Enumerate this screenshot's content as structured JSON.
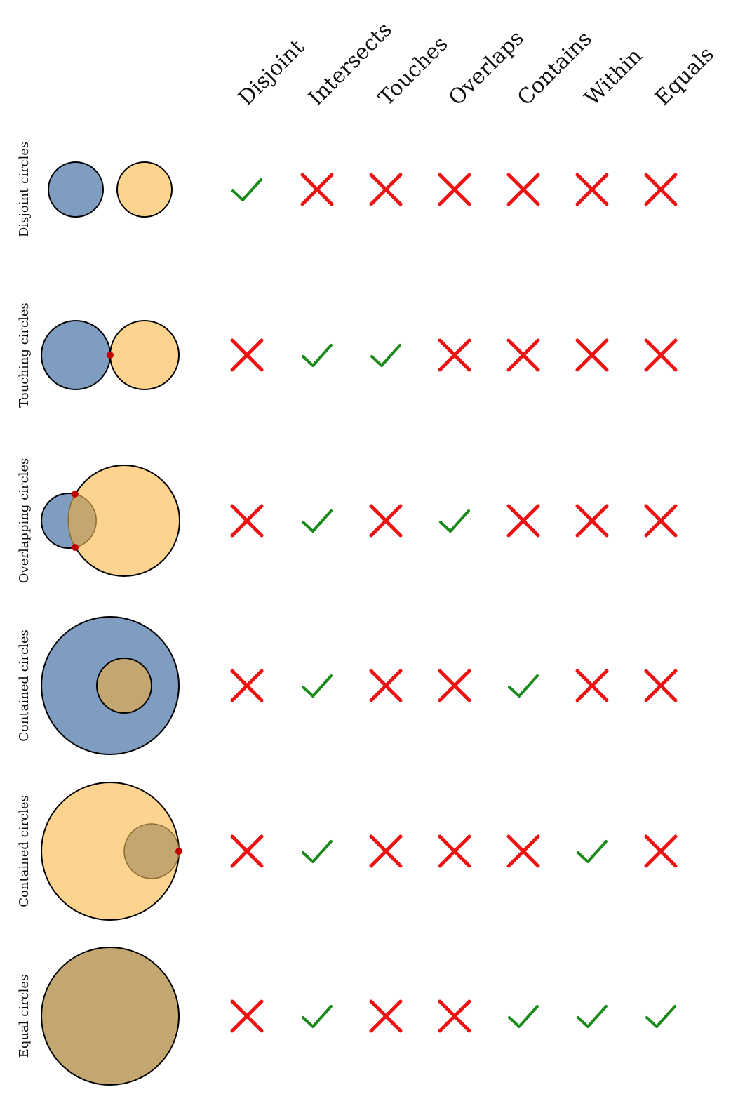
{
  "colors": {
    "blue": "#7f9cc1",
    "orange": "#fdd48f",
    "overlap": "#c4a670",
    "overlap_stroke": "#8a6a2e",
    "point": "#c00000",
    "check": "#1a8a1a",
    "cross": "#ee1111"
  },
  "columns": [
    "Disjoint",
    "Intersects",
    "Touches",
    "Overlaps",
    "Contains",
    "Within",
    "Equals"
  ],
  "rows": [
    {
      "label": "Disjoint circles",
      "marks": [
        "check",
        "cross",
        "cross",
        "cross",
        "cross",
        "cross",
        "cross"
      ]
    },
    {
      "label": "Touching circles",
      "marks": [
        "cross",
        "check",
        "check",
        "cross",
        "cross",
        "cross",
        "cross"
      ]
    },
    {
      "label": "Overlapping circles",
      "marks": [
        "cross",
        "check",
        "cross",
        "check",
        "cross",
        "cross",
        "cross"
      ]
    },
    {
      "label": "Contained circles",
      "marks": [
        "cross",
        "check",
        "cross",
        "cross",
        "check",
        "cross",
        "cross"
      ]
    },
    {
      "label": "Contained circles",
      "marks": [
        "cross",
        "check",
        "cross",
        "cross",
        "cross",
        "check",
        "cross"
      ]
    },
    {
      "label": "Equal circles",
      "marks": [
        "cross",
        "check",
        "cross",
        "cross",
        "check",
        "check",
        "check"
      ]
    }
  ]
}
